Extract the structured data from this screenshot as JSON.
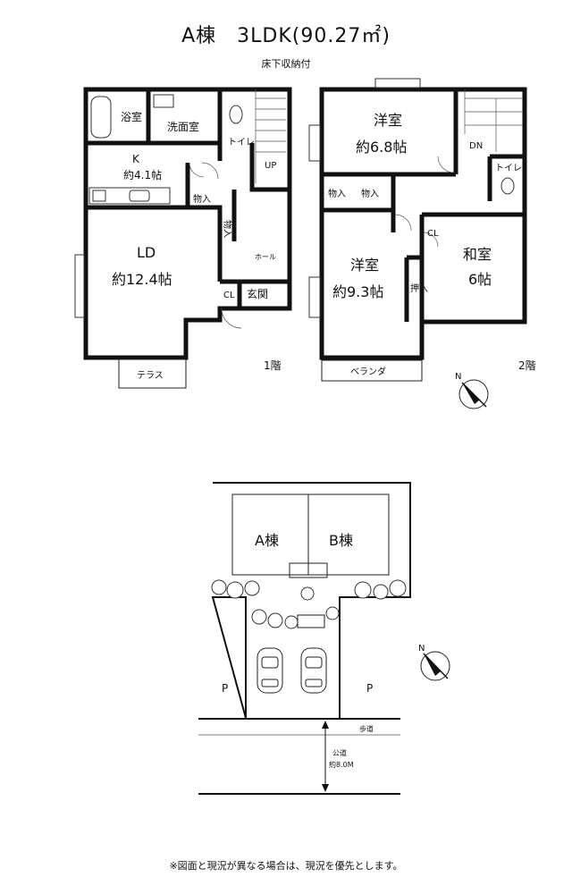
{
  "title": "A棟　3LDK(90.27㎡)",
  "subtitle": "床下収納付",
  "floor1": {
    "label": "1階",
    "rooms": {
      "bath": "浴室",
      "washroom": "洗面室",
      "toilet": "トイレ",
      "kitchen_name": "K",
      "kitchen_size": "約4.1帖",
      "storage": "物入",
      "storage_v": "物入",
      "up": "UP",
      "hall": "ホール",
      "ld_name": "LD",
      "ld_size": "約12.4帖",
      "cl": "CL",
      "entrance": "玄関",
      "terrace": "テラス"
    }
  },
  "floor2": {
    "label": "2階",
    "rooms": {
      "western1_name": "洋室",
      "western1_size": "約6.8帖",
      "dn": "DN",
      "toilet": "トイレ",
      "storage_a": "物入",
      "storage_b": "物入",
      "western2_name": "洋室",
      "western2_size": "約9.3帖",
      "cl": "CL",
      "japanese_name": "和室",
      "japanese_size": "6帖",
      "oshiire": "押入",
      "veranda": "ベランダ"
    }
  },
  "site": {
    "building_a": "A棟",
    "building_b": "B棟",
    "parking_left": "P",
    "parking_right": "P",
    "sidewalk": "歩道",
    "road": "公道",
    "road_width": "約8.0M"
  },
  "compass_label": "N",
  "footnote": "※図面と現況が異なる場合は、現況を優先とします。"
}
